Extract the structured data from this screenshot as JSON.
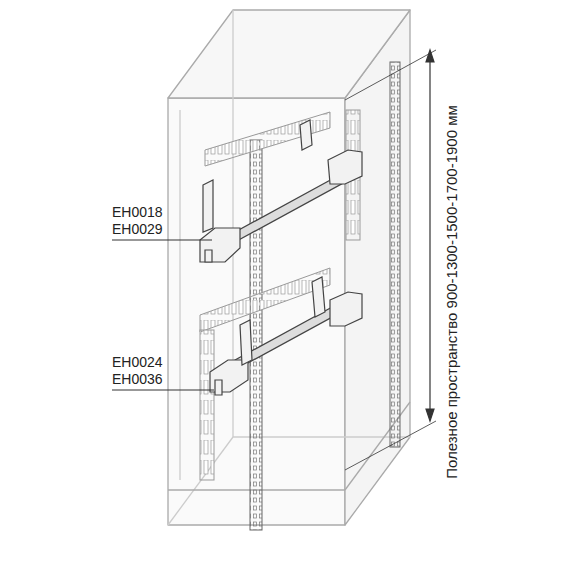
{
  "diagram": {
    "labels": [
      "EH0018",
      "EH0029",
      "EH0024",
      "EH0036",
      "Полезное пространство 900-1300-1500-1700-1900 мм"
    ]
  }
}
